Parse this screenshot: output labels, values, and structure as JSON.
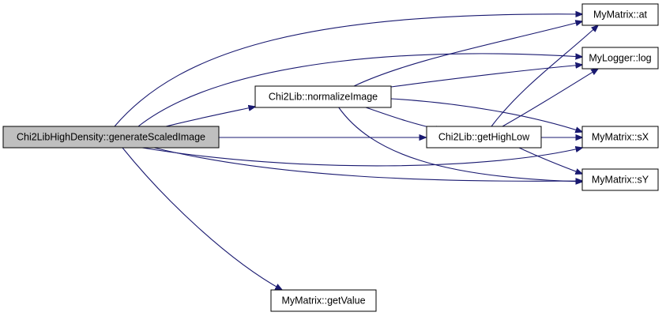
{
  "colors": {
    "edge": "#191970",
    "node_fill": "#ffffff",
    "root_fill": "#bfbfbf",
    "border": "#000000"
  },
  "nodes": {
    "root": {
      "label": "Chi2LibHighDensity::generateScaledImage"
    },
    "normalize": {
      "label": "Chi2Lib::normalizeImage"
    },
    "gethighlow": {
      "label": "Chi2Lib::getHighLow"
    },
    "getvalue": {
      "label": "MyMatrix::getValue"
    },
    "at": {
      "label": "MyMatrix::at"
    },
    "log": {
      "label": "MyLogger::log"
    },
    "sx": {
      "label": "MyMatrix::sX"
    },
    "sy": {
      "label": "MyMatrix::sY"
    }
  },
  "edges": [
    {
      "from": "root",
      "to": "normalize"
    },
    {
      "from": "root",
      "to": "gethighlow"
    },
    {
      "from": "root",
      "to": "getvalue"
    },
    {
      "from": "root",
      "to": "at"
    },
    {
      "from": "root",
      "to": "log"
    },
    {
      "from": "root",
      "to": "sx"
    },
    {
      "from": "root",
      "to": "sy"
    },
    {
      "from": "normalize",
      "to": "at"
    },
    {
      "from": "normalize",
      "to": "log"
    },
    {
      "from": "normalize",
      "to": "gethighlow"
    },
    {
      "from": "normalize",
      "to": "sx"
    },
    {
      "from": "normalize",
      "to": "sy"
    },
    {
      "from": "gethighlow",
      "to": "at"
    },
    {
      "from": "gethighlow",
      "to": "log"
    },
    {
      "from": "gethighlow",
      "to": "sx"
    },
    {
      "from": "gethighlow",
      "to": "sy"
    }
  ]
}
